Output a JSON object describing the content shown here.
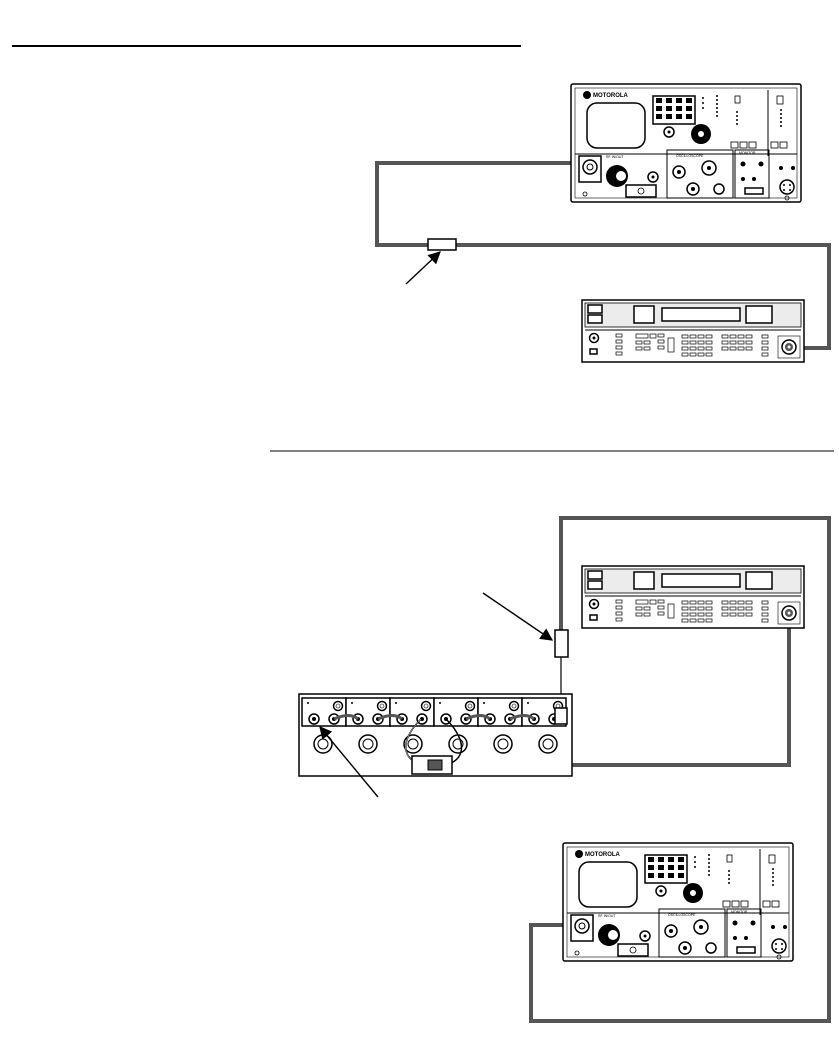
{
  "monitor_top": {
    "brand": "MOTOROLA",
    "oscilloscope_label": "OSCILLOSCOPE",
    "monitor_label": "MONITOR",
    "rf_label": "RF IN/OUT"
  },
  "monitor_bottom": {
    "brand": "MOTOROLA",
    "oscilloscope_label": "OSCILLOSCOPE",
    "monitor_label": "MONITOR",
    "rf_label": "RF IN/OUT"
  },
  "colors": {
    "cable": "#555555",
    "ink": "#000000",
    "paper": "#ffffff"
  }
}
